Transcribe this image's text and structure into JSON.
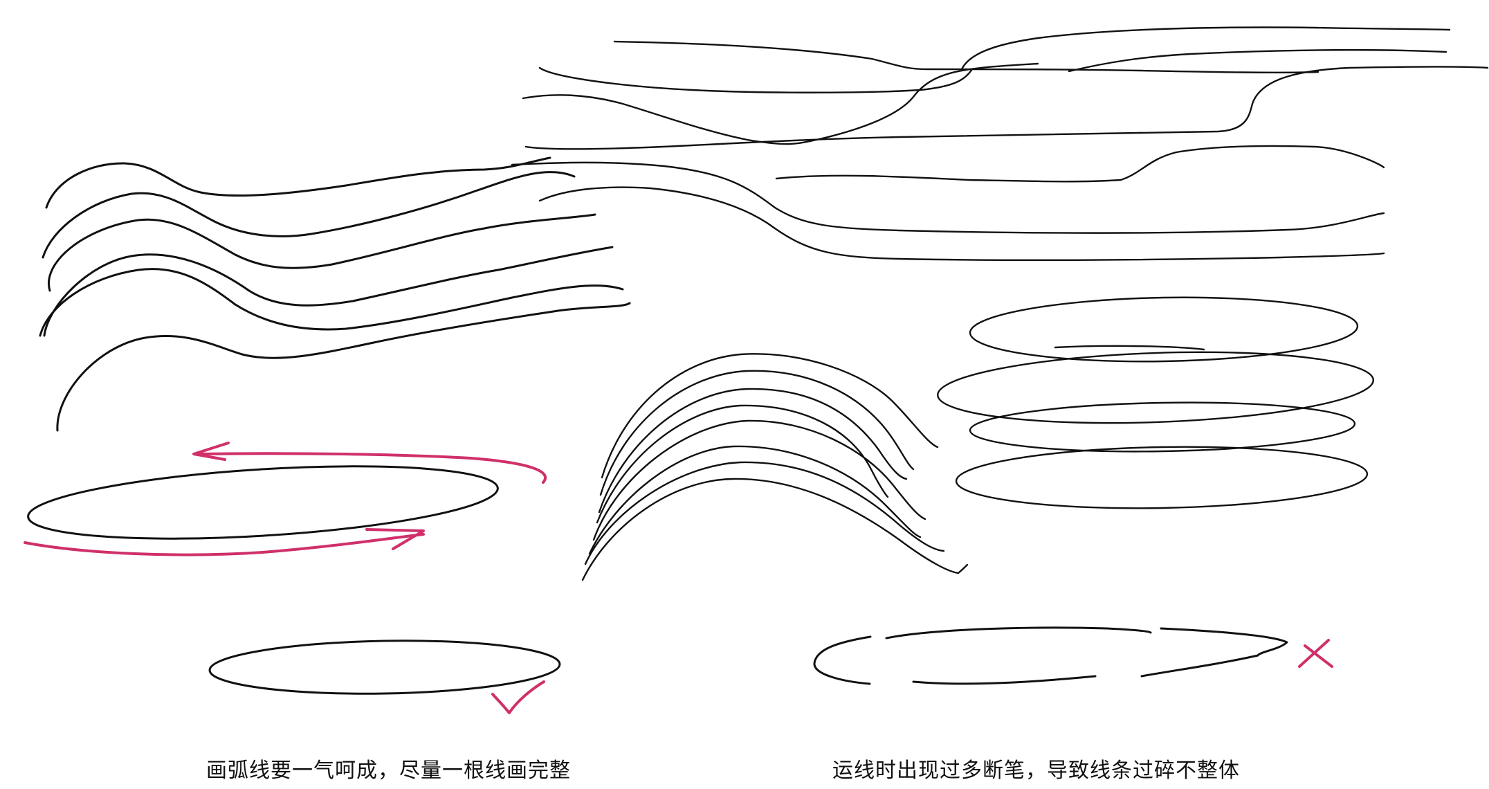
{
  "page": {
    "background": "#ffffff",
    "ink_color": "#111111",
    "accent_color": "#d0306a"
  },
  "illustrations": {
    "wave_strokes": {
      "count": 6,
      "description": "parallel S-curve practice strokes"
    },
    "long_horizontal_strokes": {
      "count": 7,
      "description": "long flowing horizontal strokes"
    },
    "arc_strokes": {
      "count": 8,
      "description": "stacked arch practice strokes"
    },
    "stacked_ellipses": {
      "count": 4,
      "description": "overlapping horizontal ellipses"
    },
    "direction_ellipse": {
      "description": "ellipse with pink direction arrows",
      "arrows": 2
    },
    "good_ellipse": {
      "mark": "check-mark",
      "mark_color": "#d0306a"
    },
    "bad_ellipse": {
      "mark": "cross-mark",
      "mark_color": "#d0306a",
      "segments": 5
    }
  },
  "captions": {
    "left": "画弧线要一气呵成，尽量一根线画完整",
    "right": "运线时出现过多断笔，导致线条过碎不整体"
  }
}
